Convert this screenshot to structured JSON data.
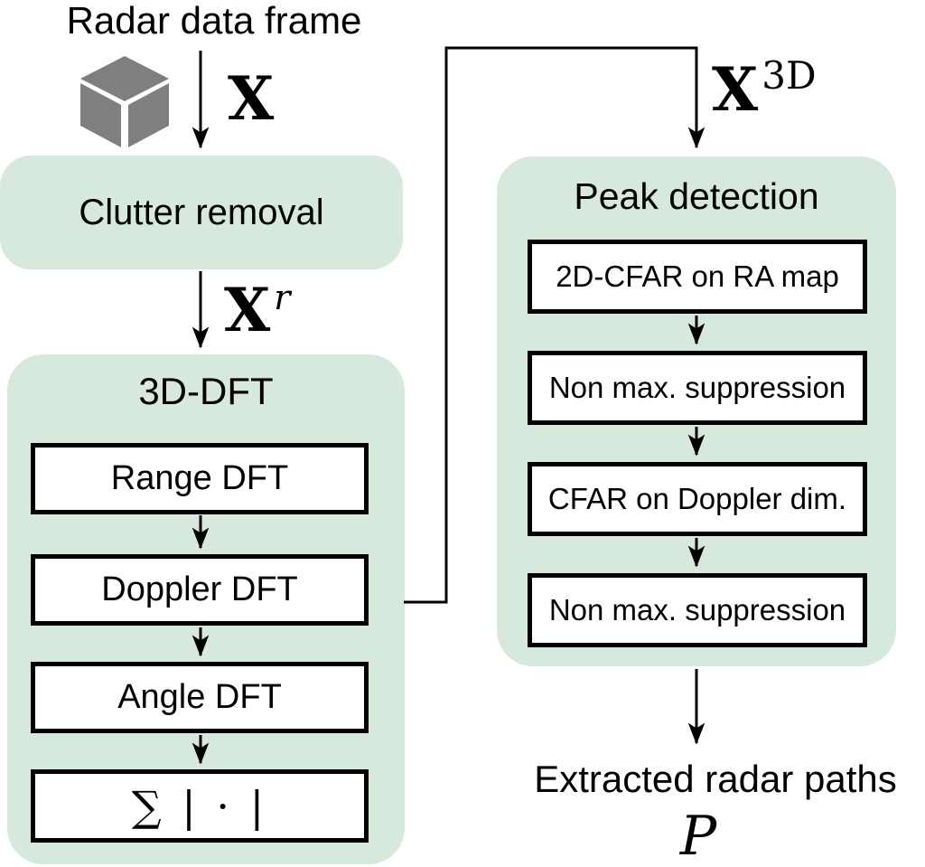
{
  "diagram": {
    "input": {
      "title": "Radar data frame",
      "symbol": "X"
    },
    "clutter": {
      "label": "Clutter removal",
      "out_symbol_base": "X",
      "out_symbol_sup": "r"
    },
    "dft": {
      "title": "3D-DFT",
      "steps": [
        "Range DFT",
        "Doppler DFT",
        "Angle DFT",
        "∑ | · |"
      ]
    },
    "branch": {
      "symbol_base": "X",
      "symbol_sup": "3D"
    },
    "peak": {
      "title": "Peak detection",
      "steps": [
        "2D-CFAR on RA map",
        "Non max. suppression",
        "CFAR on Doppler dim.",
        "Non max. suppression"
      ]
    },
    "output": {
      "label": "Extracted radar paths",
      "symbol": "P"
    }
  },
  "colors": {
    "panel": "#d7e9dc",
    "line": "#000000",
    "cube": "#7f7f7f"
  }
}
